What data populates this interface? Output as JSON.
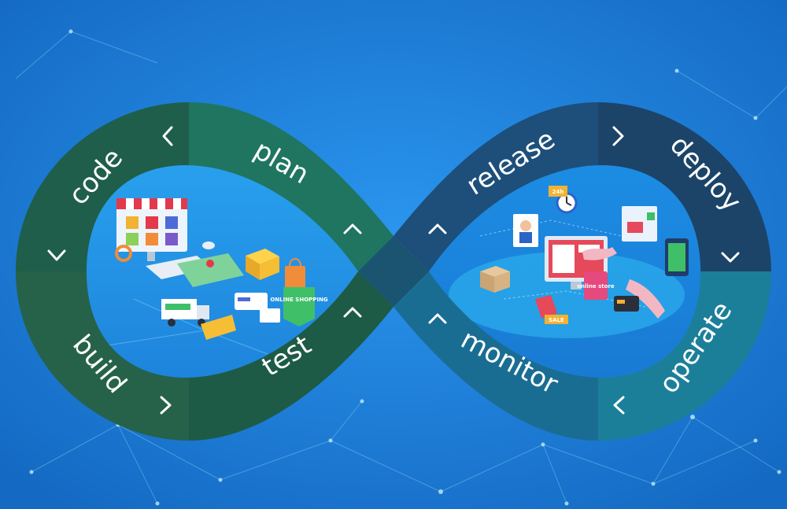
{
  "stages": {
    "code": "code",
    "plan": "plan",
    "build": "build",
    "test": "test",
    "release": "release",
    "deploy": "deploy",
    "monitor": "monitor",
    "operate": "operate"
  },
  "illustration_labels": {
    "online_shopping": "ONLINE SHOPPING",
    "hours": "24h",
    "sale": "SALE",
    "online_store": "online store"
  },
  "colors": {
    "background": "#1a7fdc",
    "ring_dark_green": "#1f5e4a",
    "ring_green": "#236b55",
    "ring_teal": "#1b7474",
    "ring_navy": "#1d4f7a",
    "ring_blue_teal": "#1a6d92",
    "ring_cyan": "#1d8aa4"
  },
  "icons": [
    "chevron-icon",
    "shopping-illustration",
    "online-store-illustration"
  ]
}
